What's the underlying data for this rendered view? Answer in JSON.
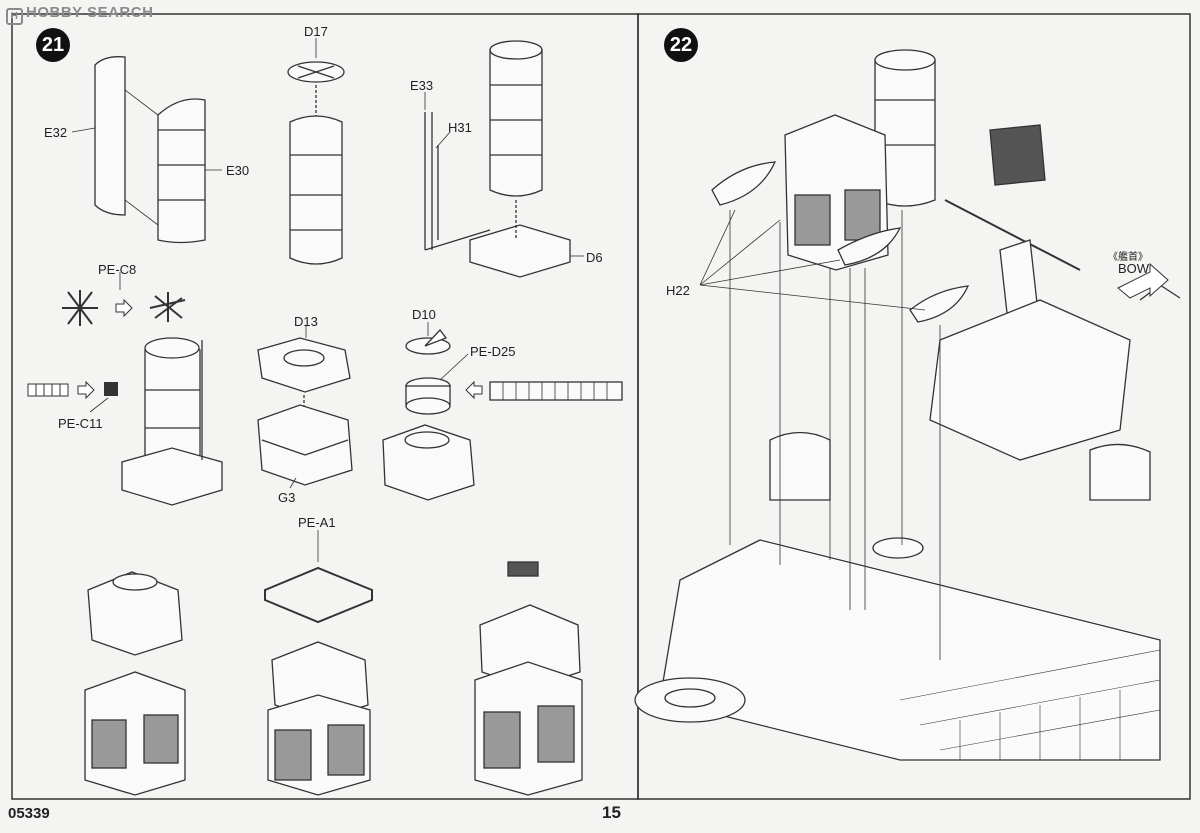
{
  "watermark": "HOBBY SEARCH",
  "steps": [
    "21",
    "22"
  ],
  "labels": {
    "e32": "E32",
    "e30": "E30",
    "d17": "D17",
    "e33": "E33",
    "h31": "H31",
    "d6": "D6",
    "pe_c8": "PE-C8",
    "pe_c11": "PE-C11",
    "d13": "D13",
    "g3": "G3",
    "d10": "D10",
    "pe_d25": "PE-D25",
    "pe_a1": "PE-A1",
    "h22": "H22",
    "bow_cn": "《艦首》",
    "bow": "BOW"
  },
  "footer": {
    "code": "05339",
    "page": "15"
  }
}
